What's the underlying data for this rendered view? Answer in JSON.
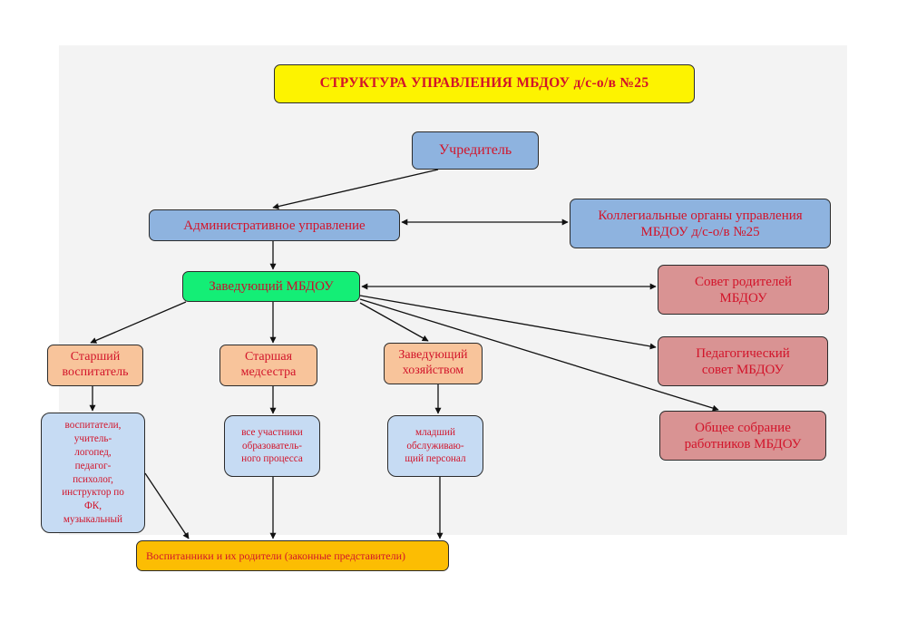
{
  "title": "СТРУКТУРА  УПРАВЛЕНИЯ  МБДОУ д/с-о/в №25",
  "nodes": {
    "founder": "Учредитель",
    "admin": "Административное управление",
    "collegial": [
      "Коллегиальные органы управления",
      "МБДОУ д/с-о/в №25"
    ],
    "head": "Заведующий МБДОУ",
    "parents_council": [
      "Совет родителей",
      "МБДОУ"
    ],
    "ped_council": [
      "Педагогический",
      "совет МБДОУ"
    ],
    "general_meeting": [
      "Общее собрание",
      "работников МБДОУ"
    ],
    "senior_teacher": [
      "Старший",
      "воспитатель"
    ],
    "senior_nurse": [
      "Старшая",
      "медсестра"
    ],
    "household_head": [
      "Заведующий",
      "хозяйством"
    ],
    "teachers": [
      "воспитатели,",
      "учитель-",
      "логопед,",
      "педагог-",
      "психолог,",
      "инструктор по",
      "ФК,",
      "музыкальный"
    ],
    "participants": [
      "все участники",
      "образователь-",
      "ного процесса"
    ],
    "junior_staff": [
      "младший",
      "обслуживаю-",
      "щий персонал"
    ],
    "pupils": "Воспитанники и их родители (законные представители)"
  },
  "colors": {
    "text": "#d2142a",
    "title_bg": "#fdf300",
    "admin_bg": "#8eb3df",
    "head_bg": "#14ee76",
    "councils_bg": "#d99393",
    "deputies_bg": "#f8c49b",
    "staff_bg": "#c6dbf3",
    "pupils_bg": "#fcbd03"
  }
}
